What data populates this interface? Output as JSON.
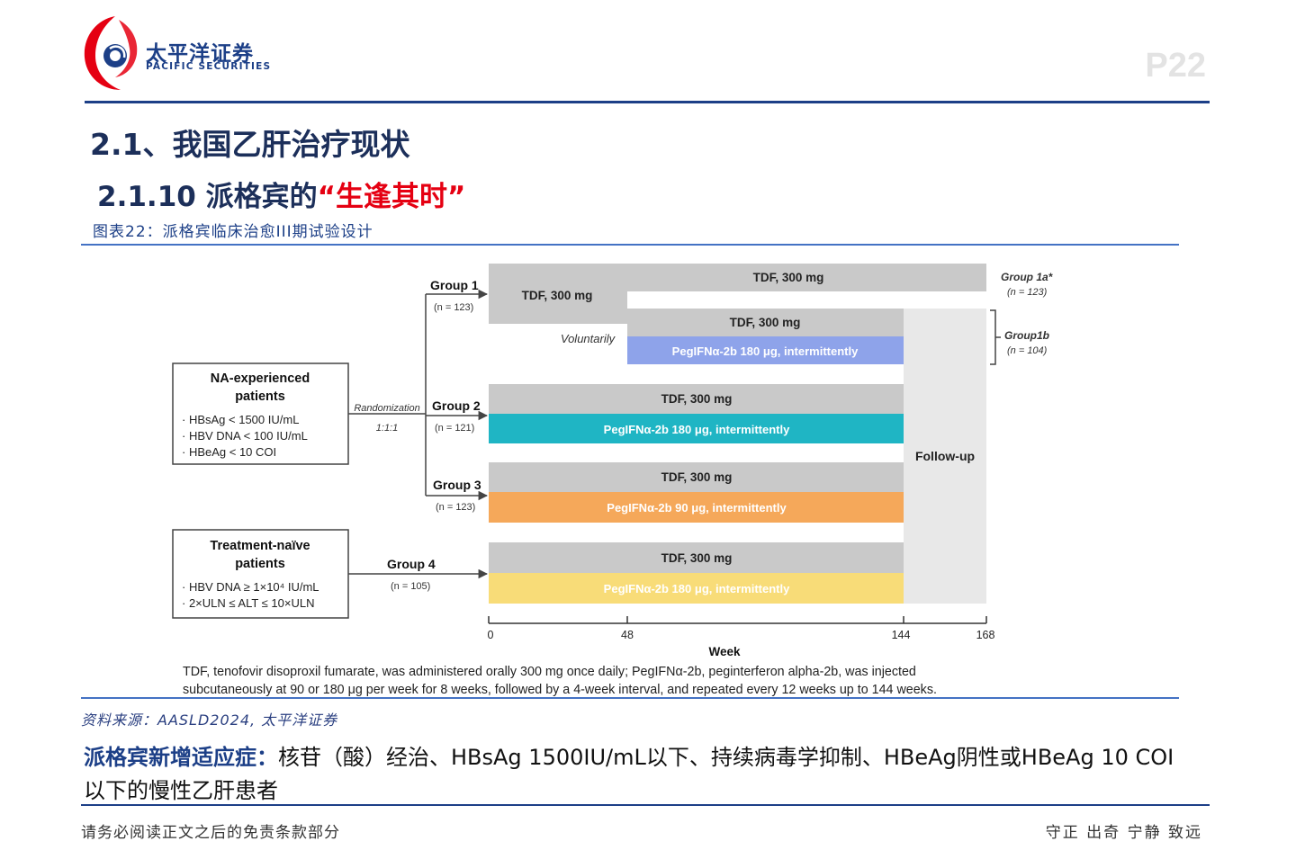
{
  "header": {
    "brand_cn": "太平洋证券",
    "brand_en": "PACIFIC SECURITIES",
    "page_number": "P22",
    "logo_icon": "pacific-securities-logo",
    "accent_color": "#1c3f87",
    "logo_red": "#e50012"
  },
  "title": {
    "section": "2.1、我国乙肝治疗现状",
    "subsection_prefix": "2.1.10 派格宾的",
    "subsection_highlight": "“生逢其时”"
  },
  "figure": {
    "caption": "图表22：派格宾临床治愈III期试验设计",
    "source": "资料来源：AASLD2024, 太平洋证券"
  },
  "diagram": {
    "na_box": {
      "title_line1": "NA-experienced",
      "title_line2": "patients",
      "criteria": [
        "· HBsAg < 1500 IU/mL",
        "· HBV DNA < 100 IU/mL",
        "· HBeAg < 10 COI"
      ]
    },
    "naive_box": {
      "title_line1": "Treatment-naïve",
      "title_line2": "patients",
      "criteria": [
        "· HBV DNA ≥ 1×10⁴ IU/mL",
        "· 2×ULN ≤ ALT ≤ 10×ULN"
      ]
    },
    "randomization": "Randomization",
    "ratio": "1:1:1",
    "voluntarily": "Voluntarily",
    "groups": [
      {
        "label": "Group 1",
        "n": "(n = 123)"
      },
      {
        "label": "Group 2",
        "n": "(n = 121)"
      },
      {
        "label": "Group 3",
        "n": "(n = 123)"
      },
      {
        "label": "Group 4",
        "n": "(n = 105)"
      }
    ],
    "group1a": {
      "label": "Group 1a*",
      "n": "(n = 123)"
    },
    "group1b": {
      "label": "Group1b",
      "n": "(n = 104)"
    },
    "bars": {
      "g1_tdf_short": "TDF, 300 mg",
      "g1a_tdf": "TDF, 300 mg",
      "g1b_tdf": "TDF, 300 mg",
      "g1b_peg": "PegIFNα-2b 180 μg, intermittently",
      "g2_tdf": "TDF, 300 mg",
      "g2_peg": "PegIFNα-2b 180 μg, intermittently",
      "g3_tdf": "TDF, 300 mg",
      "g3_peg": "PegIFNα-2b 90 μg, intermittently",
      "g4_tdf": "TDF, 300 mg",
      "g4_peg": "PegIFNα-2b 180 μg, intermittently"
    },
    "follow_up": "Follow-up",
    "axis": {
      "ticks": [
        "0",
        "48",
        "144",
        "168"
      ],
      "label": "Week"
    },
    "footnote_line1": "TDF, tenofovir disoproxil fumarate, was administered orally 300 mg once daily; PegIFNα-2b, peginterferon alpha-2b, was injected",
    "footnote_line2": "subcutaneously at 90 or 180 μg per week for 8 weeks, followed by a 4-week interval, and repeated every 12 weeks up to 144 weeks.",
    "colors": {
      "tdf": "#c9c9c9",
      "follow_up": "#e8e8e8",
      "g1b_peg": "#8ea3ea",
      "g2_peg": "#1fb5c4",
      "g3_peg": "#f5a85a",
      "g4_peg": "#f8dc78"
    }
  },
  "body": {
    "lead": "派格宾新增适应症：",
    "text": "核苷（酸）经治、HBsAg 1500IU/mL以下、持续病毒学抑制、HBeAg阴性或HBeAg 10 COI以下的慢性乙肝患者"
  },
  "footer": {
    "left": "请务必阅读正文之后的免责条款部分",
    "right": "守正 出奇 宁静 致远"
  }
}
